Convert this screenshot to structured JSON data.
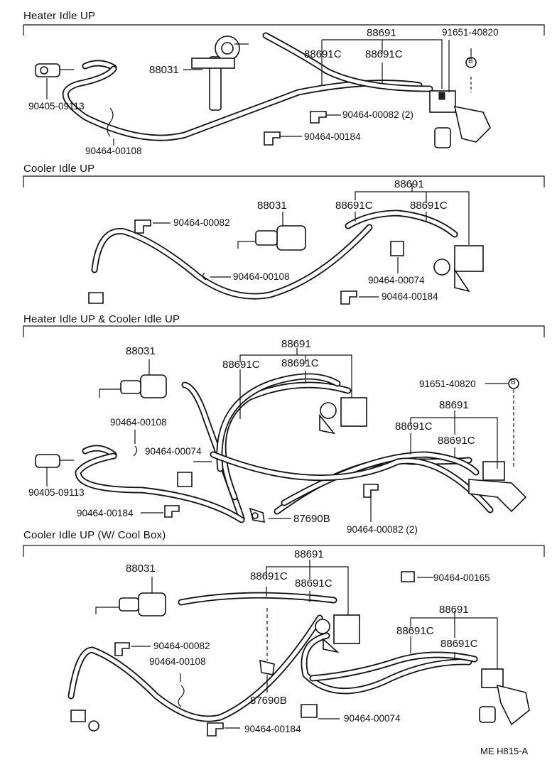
{
  "sections": [
    {
      "title": "Heater Idle UP"
    },
    {
      "title": "Cooler Idle UP"
    },
    {
      "title": "Heater Idle UP & Cooler Idle UP"
    },
    {
      "title": "Cooler Idle UP (W/ Cool Box)"
    }
  ],
  "s1": {
    "p88691": "88691",
    "p88691c_a": "88691C",
    "p88691c_b": "88691C",
    "p91651": "91651-40820",
    "ref_b": "B",
    "p88031": "88031",
    "p90405": "90405-09113",
    "p90464_00082": "90464-00082 (2)",
    "p90464_00184": "90464-00184",
    "p90464_00108": "90464-00108"
  },
  "s2": {
    "p88691": "88691",
    "p88691c_a": "88691C",
    "p88691c_b": "88691C",
    "p88031": "88031",
    "p90464_00082": "90464-00082",
    "p90464_00108": "90464-00108",
    "p90464_00074": "90464-00074",
    "p90464_00184": "90464-00184"
  },
  "s3": {
    "p88031": "88031",
    "p88691": "88691",
    "p88691c_a": "88691C",
    "p88691c_b": "88691C",
    "p91651": "91651-40820",
    "ref_b": "B",
    "p88691_2": "88691",
    "p88691c_c": "88691C",
    "p88691c_d": "88691C",
    "p90464_00108": "90464-00108",
    "p90464_00074": "90464-00074",
    "p90405": "90405-09113",
    "p90464_00184": "90464-00184",
    "p87690b": "87690B",
    "p90464_00082": "90464-00082 (2)"
  },
  "s4": {
    "p88031": "88031",
    "p88691": "88691",
    "p88691c_a": "88691C",
    "p88691c_b": "88691C",
    "p90464_00165": "90464-00165",
    "p88691_2": "88691",
    "p88691c_c": "88691C",
    "p88691c_d": "88691C",
    "p90464_00082": "90464-00082",
    "p90464_00108": "90464-00108",
    "p87690b": "87690B",
    "p90464_00074": "90464-00074",
    "p90464_00184": "90464-00184"
  },
  "footer": {
    "code": "ME  H815-A"
  }
}
